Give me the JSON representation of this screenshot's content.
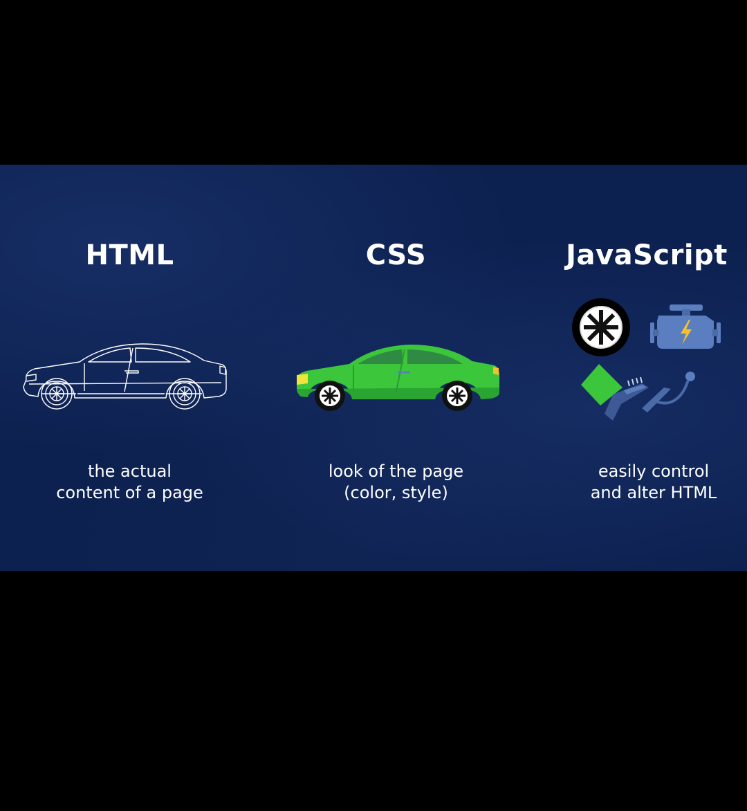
{
  "columns": [
    {
      "heading": "HTML",
      "desc_line1": "the actual",
      "desc_line2": "content of a page",
      "illustration": "car-outline-icon"
    },
    {
      "heading": "CSS",
      "desc_line1": "look of the page",
      "desc_line2": "(color, style)",
      "illustration": "green-car-icon"
    },
    {
      "heading": "JavaScript",
      "desc_line1": "easily control",
      "desc_line2": "and alter HTML",
      "illustration": [
        "wheel-icon",
        "engine-icon",
        "pedals-icon"
      ]
    }
  ],
  "colors": {
    "background": "#0d2150",
    "letterbox": "#000000",
    "car_green": "#3cc63c",
    "engine_blue": "#5b7ec0",
    "bolt_yellow": "#f2c12e"
  }
}
